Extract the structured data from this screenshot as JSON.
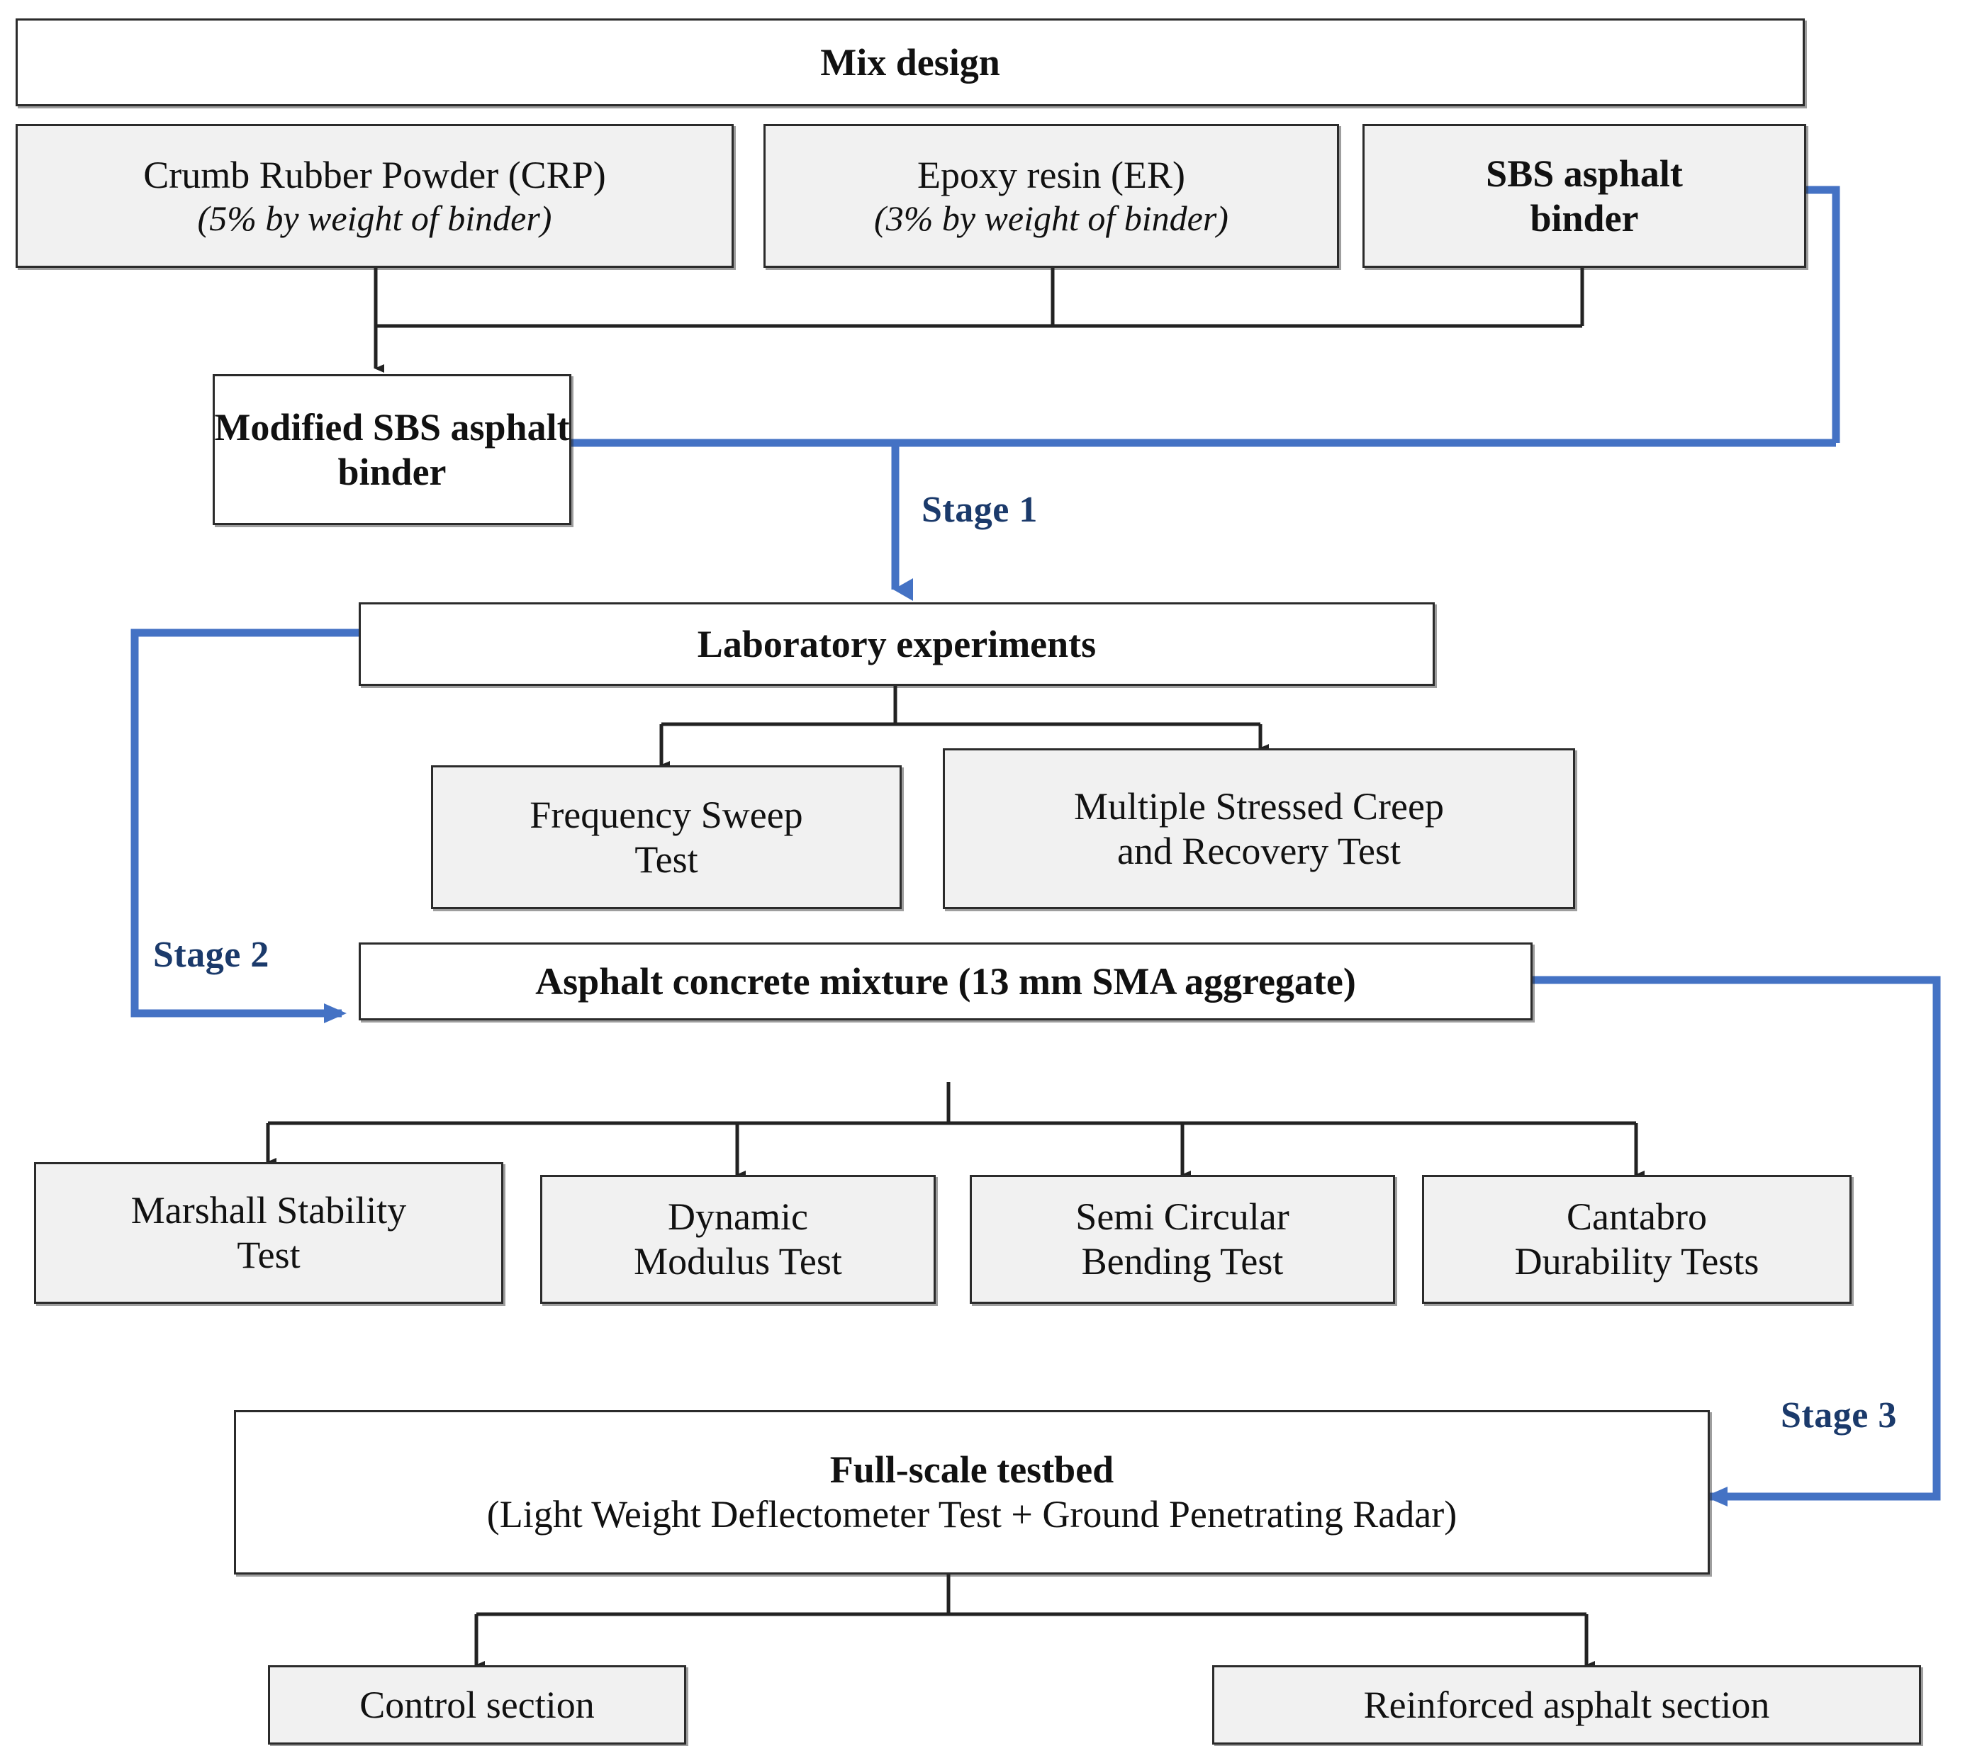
{
  "diagram": {
    "title": "Experimental program flowchart",
    "accent_blue": "#4472C4",
    "stage_label_color": "#1F3864",
    "box_border": "#2b2b2b",
    "box_fill_shaded": "#F1F1F1",
    "box_fill_plain": "#FFFFFF"
  },
  "nodes": {
    "mix_design": {
      "line1": "Mix design"
    },
    "crp": {
      "line1": "Crumb Rubber Powder (CRP)",
      "line2": "(5% by weight of binder)"
    },
    "er": {
      "line1": "Epoxy resin (ER)",
      "line2": "(3% by weight of binder)"
    },
    "sbs": {
      "line1": "SBS asphalt",
      "line2": "binder"
    },
    "modified_sbs": {
      "line1": "Modified SBS asphalt",
      "line2": "binder"
    },
    "lab": {
      "line1": "Laboratory experiments"
    },
    "freq_sweep": {
      "line1": "Frequency Sweep",
      "line2": "Test"
    },
    "mscr": {
      "line1": "Multiple Stressed Creep",
      "line2": "and Recovery Test"
    },
    "mixture": {
      "line1": "Asphalt concrete mixture (13 mm SMA aggregate)"
    },
    "marshall": {
      "line1": "Marshall Stability",
      "line2": "Test"
    },
    "dynamic": {
      "line1": "Dynamic",
      "line2": "Modulus Test"
    },
    "scb": {
      "line1": "Semi Circular",
      "line2": "Bending Test"
    },
    "cantabro": {
      "line1": "Cantabro",
      "line2": "Durability Tests"
    },
    "testbed": {
      "line1": "Full-scale testbed",
      "line2": "(Light Weight Deflectometer Test +  Ground Penetrating Radar)"
    },
    "control": {
      "line1": "Control section"
    },
    "reinforced": {
      "line1": "Reinforced asphalt section"
    }
  },
  "stages": {
    "stage1": "Stage 1",
    "stage2": "Stage 2",
    "stage3": "Stage 3"
  }
}
